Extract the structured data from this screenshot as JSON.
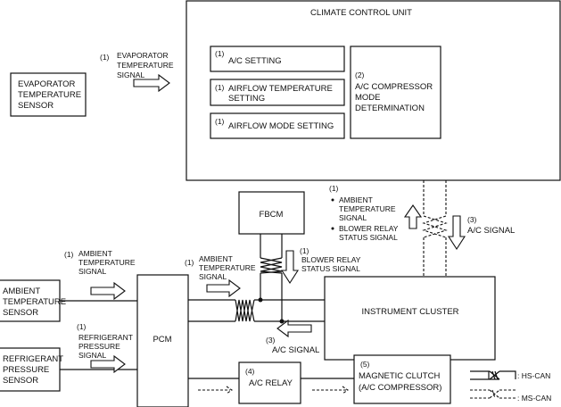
{
  "ccu": {
    "title": "CLIMATE CONTROL UNIT",
    "ac_setting": {
      "num": "(1)",
      "label": "A/C SETTING"
    },
    "airflow_temp": {
      "num": "(1)",
      "l1": "AIRFLOW TEMPERATURE",
      "l2": "SETTING"
    },
    "airflow_mode": {
      "num": "(1)",
      "label": "AIRFLOW MODE SETTING"
    },
    "compressor": {
      "num": "(2)",
      "l1": "A/C COMPRESSOR",
      "l2": "MODE",
      "l3": "DETERMINATION"
    }
  },
  "evap_sensor": {
    "l1": "EVAPORATOR",
    "l2": "TEMPERATURE",
    "l3": "SENSOR"
  },
  "evap_signal": {
    "num": "(1)",
    "l1": "EVAPORATOR",
    "l2": "TEMPERATURE",
    "l3": "SIGNAL"
  },
  "fbcm": "FBCM",
  "ms_signal_up": {
    "num": "(1)",
    "b1": "AMBIENT",
    "b1b": "TEMPERATURE",
    "b1c": "SIGNAL",
    "b2": "BLOWER RELAY",
    "b2b": "STATUS SIGNAL"
  },
  "ms_signal_down": {
    "num": "(3)",
    "label": "A/C SIGNAL"
  },
  "blower_signal": {
    "num": "(1)",
    "l1": "BLOWER RELAY",
    "l2": "STATUS SIGNAL"
  },
  "pcm_ambient_signal": {
    "num": "(1)",
    "l1": "AMBIENT",
    "l2": "TEMPERATURE",
    "l3": "SIGNAL"
  },
  "instrument_cluster": "INSTRUMENT CLUSTER",
  "ic_ac_signal": {
    "num": "(3)",
    "label": "A/C SIGNAL"
  },
  "ambient_signal": {
    "num": "(1)",
    "l1": "AMBIENT",
    "l2": "TEMPERATURE",
    "l3": "SIGNAL"
  },
  "ambient_sensor": {
    "l1": "AMBIENT",
    "l2": "TEMPERATURE",
    "l3": "SENSOR"
  },
  "refrig_signal": {
    "num": "(1)",
    "l1": "REFRIGERANT",
    "l2": "PRESSURE",
    "l3": "SIGNAL"
  },
  "refrig_sensor": {
    "l1": "REFRIGERANT",
    "l2": "PRESSURE",
    "l3": "SENSOR"
  },
  "pcm": "PCM",
  "ac_relay": {
    "num": "(4)",
    "label": "A/C RELAY"
  },
  "clutch": {
    "num": "(5)",
    "l1": "MAGNETIC CLUTCH",
    "l2": "(A/C COMPRESSOR)"
  },
  "legend": {
    "hs": ": HS-CAN",
    "ms": ": MS-CAN"
  }
}
